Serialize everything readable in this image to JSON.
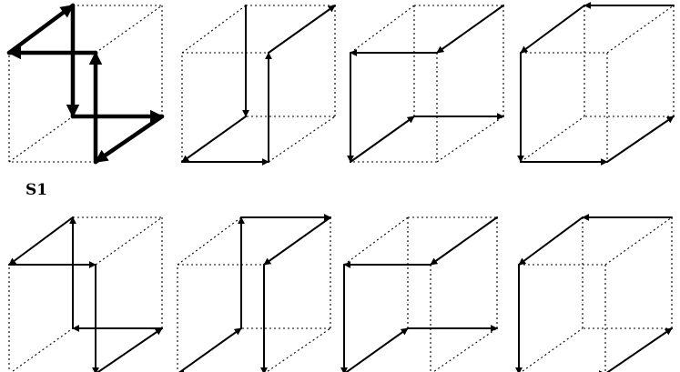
{
  "labels": {
    "first": "S1"
  },
  "colors": {
    "ink": "#000000",
    "background": "#ffffff"
  },
  "cubes": [
    {
      "name": "cube-1",
      "marked": true
    },
    {
      "name": "cube-2",
      "marked": false
    },
    {
      "name": "cube-3",
      "marked": false
    },
    {
      "name": "cube-4",
      "marked": false
    },
    {
      "name": "cube-5",
      "marked": false
    },
    {
      "name": "cube-6",
      "marked": false
    },
    {
      "name": "cube-7",
      "marked": false
    },
    {
      "name": "cube-8",
      "marked": false
    }
  ]
}
